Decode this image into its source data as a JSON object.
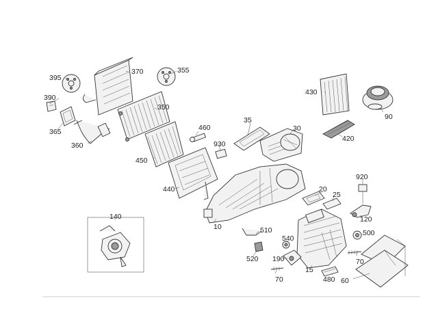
{
  "labels": {
    "l10": "10",
    "l15": "15",
    "l20": "20",
    "l25": "25",
    "l30": "30",
    "l35": "35",
    "l60": "60",
    "l70a": "70",
    "l70b": "70",
    "l90": "90",
    "l120": "120",
    "l140": "140",
    "l190": "190",
    "l350": "350",
    "l355": "355",
    "l360": "360",
    "l365": "365",
    "l370": "370",
    "l390": "390",
    "l395": "395",
    "l420": "420",
    "l430": "430",
    "l440": "440",
    "l450": "450",
    "l460": "460",
    "l480": "480",
    "l500": "500",
    "l510": "510",
    "l520": "520",
    "l540": "540",
    "l920": "920",
    "l930": "930"
  },
  "colors": {
    "line": "#333333",
    "fill": "#f2f2f2",
    "dark": "#9a9a9a",
    "rule": "#bbbbbb"
  }
}
